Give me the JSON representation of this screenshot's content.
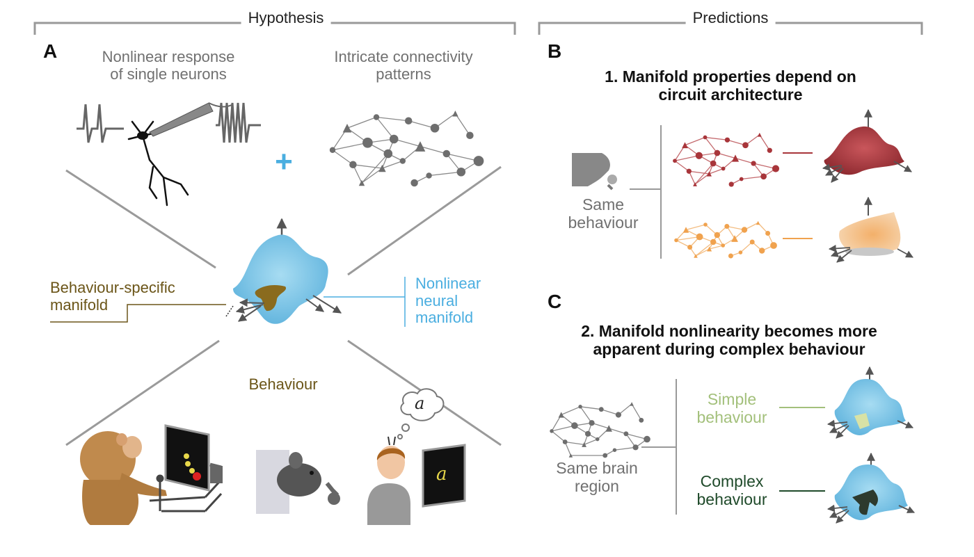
{
  "headers": {
    "hypothesis": "Hypothesis",
    "predictions": "Predictions"
  },
  "panels": {
    "a": "A",
    "b": "B",
    "c": "C"
  },
  "panel_a": {
    "nonlinear_response": [
      "Nonlinear response",
      "of single neurons"
    ],
    "connectivity": [
      "Intricate connectivity",
      "patterns"
    ],
    "plus": "+",
    "behaviour_manifold": [
      "Behaviour-specific",
      "manifold"
    ],
    "neural_manifold": [
      "Nonlinear",
      "neural",
      "manifold"
    ],
    "behaviour": "Behaviour",
    "thought_letter": "a",
    "screen_letter": "a"
  },
  "panel_b": {
    "title": [
      "1. Manifold properties depend on",
      "circuit architecture"
    ],
    "same_behaviour": [
      "Same",
      "behaviour"
    ]
  },
  "panel_c": {
    "title": [
      "2. Manifold nonlinearity becomes more",
      "apparent during complex behaviour"
    ],
    "same_region": [
      "Same brain",
      "region"
    ],
    "simple": [
      "Simple",
      "behaviour"
    ],
    "complex": [
      "Complex",
      "behaviour"
    ]
  },
  "colors": {
    "manifold_blue": "#7cc4e6",
    "label_blue": "#4aaee0",
    "behaviour_brown": "#6b5518",
    "network_red": "#a8353a",
    "network_orange": "#f0a24e",
    "simple_green": "#a3c07b",
    "complex_green": "#1f4a2a",
    "network_gray": "#6e6e6e"
  }
}
